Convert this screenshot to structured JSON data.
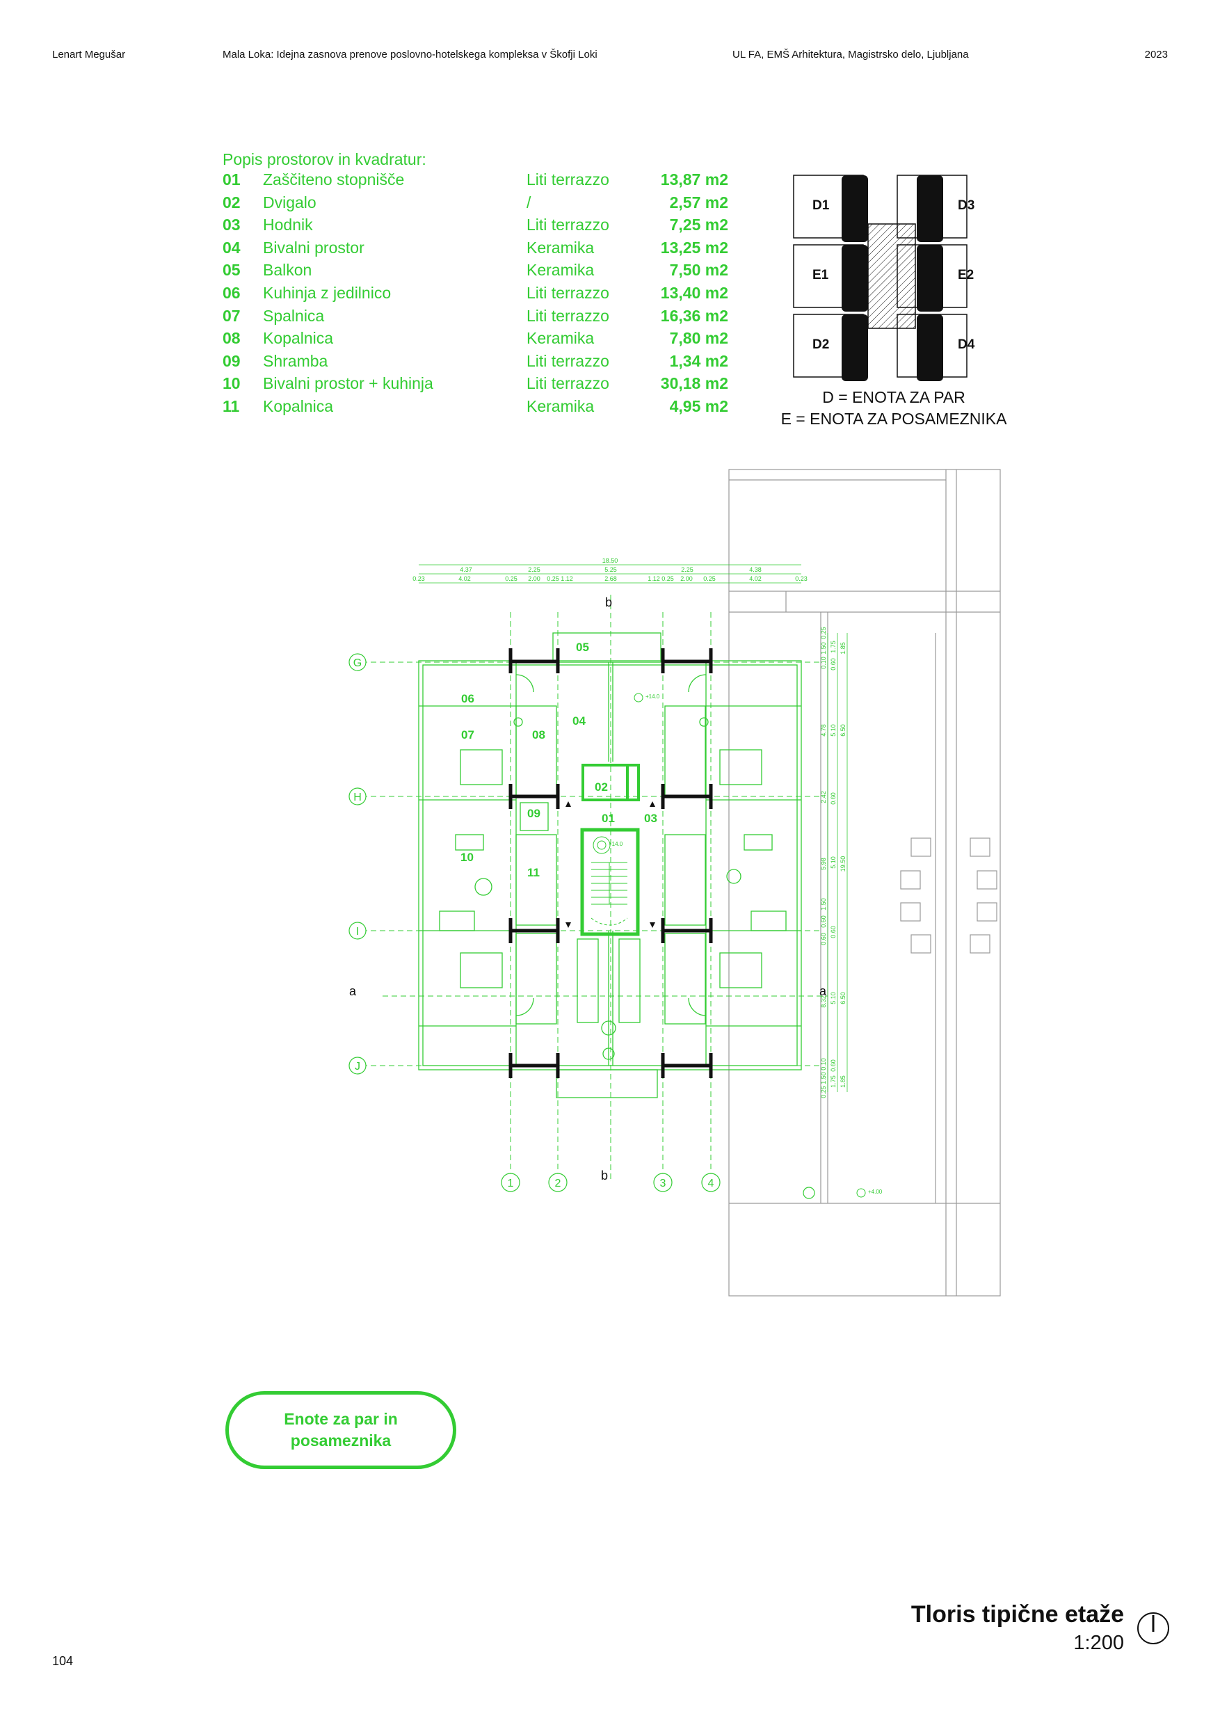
{
  "header": {
    "author": "Lenart Megušar",
    "title": "Mala Loka: Idejna zasnova prenove poslovno-hotelskega kompleksa v Škofji Loki",
    "institution": "UL FA, EMŠ Arhitektura, Magistrsko delo, Ljubljana",
    "year": "2023"
  },
  "rooms": {
    "heading": "Popis prostorov in kvadratur:",
    "items": [
      {
        "num": "01",
        "name": "Zaščiteno stopnišče",
        "material": "Liti terrazzo",
        "area": "13,87 m2"
      },
      {
        "num": "02",
        "name": "Dvigalo",
        "material": "/",
        "area": "2,57 m2"
      },
      {
        "num": "03",
        "name": "Hodnik",
        "material": "Liti terrazzo",
        "area": "7,25 m2"
      },
      {
        "num": "04",
        "name": "Bivalni prostor",
        "material": "Keramika",
        "area": "13,25 m2"
      },
      {
        "num": "05",
        "name": "Balkon",
        "material": "Keramika",
        "area": "7,50 m2"
      },
      {
        "num": "06",
        "name": "Kuhinja z jedilnico",
        "material": "Liti terrazzo",
        "area": "13,40 m2"
      },
      {
        "num": "07",
        "name": "Spalnica",
        "material": "Liti terrazzo",
        "area": "16,36 m2"
      },
      {
        "num": "08",
        "name": "Kopalnica",
        "material": "Keramika",
        "area": "7,80 m2"
      },
      {
        "num": "09",
        "name": "Shramba",
        "material": "Liti terrazzo",
        "area": "1,34 m2"
      },
      {
        "num": "10",
        "name": "Bivalni prostor + kuhinja",
        "material": "Liti terrazzo",
        "area": "30,18 m2"
      },
      {
        "num": "11",
        "name": "Kopalnica",
        "material": "Keramika",
        "area": "4,95 m2"
      }
    ]
  },
  "keyplan": {
    "units": [
      "D1",
      "D3",
      "E1",
      "E2",
      "D2",
      "D4"
    ],
    "legend_d": "D = ENOTA ZA PAR",
    "legend_e": "E = ENOTA ZA POSAMEZNIKA"
  },
  "plan": {
    "axes_rows": [
      "G",
      "H",
      "I",
      "J"
    ],
    "axes_cols": [
      "1",
      "2",
      "3",
      "4"
    ],
    "section_a": "a",
    "section_b": "b",
    "room_labels": [
      "05",
      "06",
      "04",
      "07",
      "08",
      "02",
      "09",
      "01",
      "03",
      "10",
      "11"
    ],
    "dim_total": "18.50",
    "dim_top_row1": [
      "4.37",
      "2.25",
      "5.25",
      "2.25",
      "4.38"
    ],
    "dim_top_row2": [
      "0.23",
      "4.02",
      "0.25",
      "2.00",
      "0.25",
      "1.12",
      "2.68",
      "1.12",
      "0.25",
      "2.00",
      "0.25",
      "4.02",
      "0.23"
    ],
    "dim_right_col1": [
      "0.25",
      "1.50",
      "0.10",
      "4.78",
      "2.42",
      "5.98",
      "1.50",
      "0.60",
      "0.60",
      "8.32",
      "0.10",
      "1.50",
      "0.25"
    ],
    "dim_right_col2": [
      "1.75",
      "0.60",
      "5.10",
      "0.60",
      "5.10",
      "0.60",
      "5.10",
      "0.60",
      "1.75"
    ],
    "dim_right_col3": [
      "1.85",
      "6.50",
      "19.50",
      "6.50",
      "1.85"
    ],
    "level_stair": "+14.0",
    "level_living": "+14.0",
    "level_ground": "+4.00"
  },
  "badge": {
    "line1": "Enote za par in",
    "line2": "posameznika"
  },
  "footer": {
    "title": "Tloris tipične etaže",
    "scale": "1:200",
    "page": "104"
  },
  "colors": {
    "accent": "#33cc33",
    "ink": "#111111",
    "grey": "#9a9a9a"
  }
}
